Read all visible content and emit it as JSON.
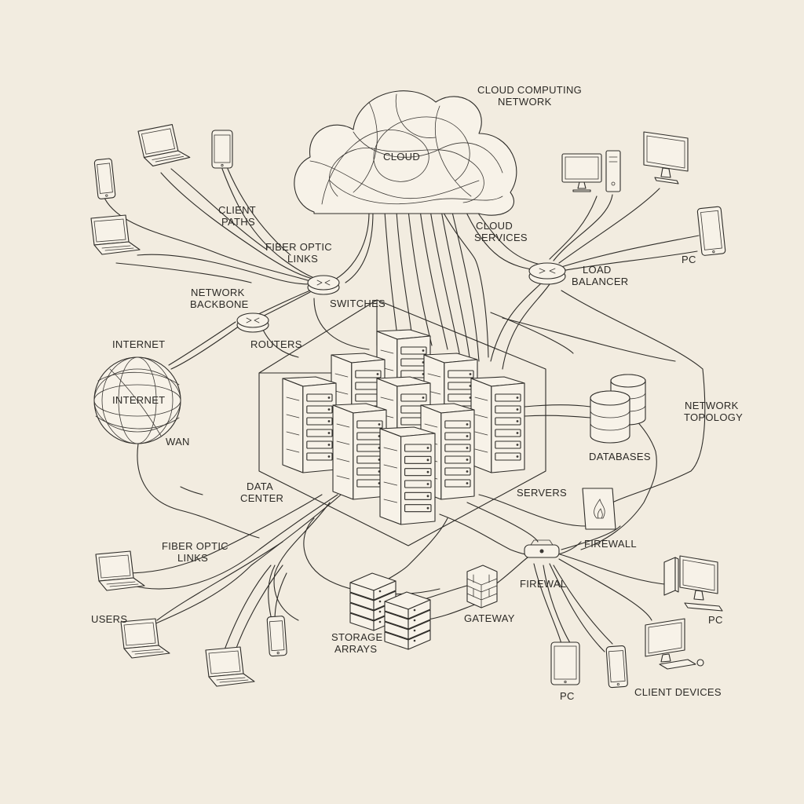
{
  "colors": {
    "paper": "#f2ece0",
    "ink": "#2f2d29"
  },
  "labels": {
    "cloud_computing_network": [
      "CLOUD COMPUTING",
      "NETWORK"
    ],
    "cloud": "CLOUD",
    "client_paths": [
      "CLIENT",
      "PATHS"
    ],
    "cloud_services": [
      "CLOUD",
      "SERVICES"
    ],
    "fiber_optic_links_top": [
      "FIBER OPTIC",
      "LINKS"
    ],
    "load_balancer": [
      "LOAD",
      "BALANCER"
    ],
    "pc_top_right": "PC",
    "network_backbone": [
      "NETWORK",
      "BACKBONE"
    ],
    "switches": "SWITCHES",
    "routers": "ROUTERS",
    "internet_label": "INTERNET",
    "internet_globe": "INTERNET",
    "wan": "WAN",
    "network_topology": [
      "NETWORK",
      "TOPOLOGY"
    ],
    "databases": "DATABASES",
    "data_center": [
      "DATA",
      "CENTER"
    ],
    "servers": "SERVERS",
    "firewall_right": "FIREWALL",
    "fiber_optic_links_bottom": [
      "FIBER OPTIC",
      "LINKS"
    ],
    "firewall_center": "FIREWAL",
    "users": "USERS",
    "pc_bottom_right": "PC",
    "gateway": "GATEWAY",
    "storage_arrays": [
      "STORAGE",
      "ARRAYS"
    ],
    "pc_bottom": "PC",
    "client_devices": "CLIENT DEVICES"
  },
  "icons": [
    "phone-icon",
    "laptop-icon",
    "desktop-icon",
    "tablet-icon",
    "monitor-icon",
    "router-icon",
    "switch-icon",
    "globe-icon",
    "server-rack-icon",
    "database-icon",
    "firewall-icon",
    "storage-array-icon",
    "cloud-icon"
  ]
}
